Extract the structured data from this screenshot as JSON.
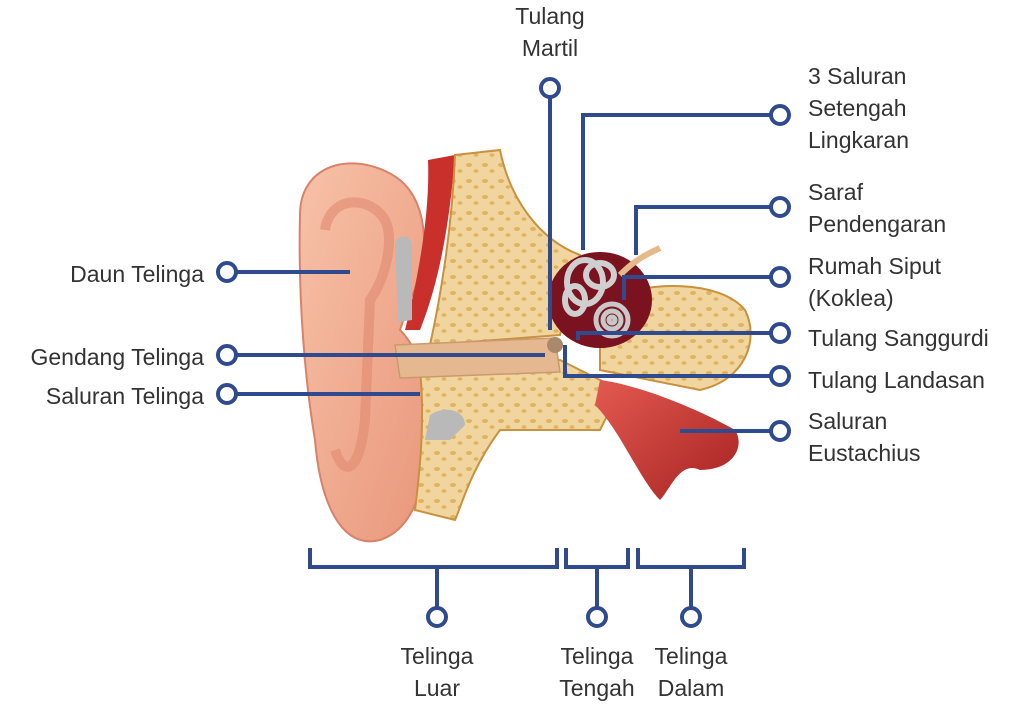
{
  "labels": {
    "tulang_martil": [
      "Tulang",
      "Martil"
    ],
    "tiga_saluran": [
      "3 Saluran",
      "Setengah",
      "Lingkaran"
    ],
    "saraf": [
      "Saraf",
      "Pendengaran"
    ],
    "rumah_siput": [
      "Rumah Siput",
      "(Koklea)"
    ],
    "sanggurdi": "Tulang Sanggurdi",
    "landasan": "Tulang Landasan",
    "eustachius": [
      "Saluran",
      "Eustachius"
    ],
    "daun_telinga": "Daun Telinga",
    "gendang_telinga": "Gendang Telinga",
    "saluran_telinga": "Saluran Telinga",
    "telinga_luar": [
      "Telinga",
      "Luar"
    ],
    "telinga_tengah": [
      "Telinga",
      "Tengah"
    ],
    "telinga_dalam": [
      "Telinga",
      "Dalam"
    ]
  },
  "colors": {
    "leader": "#2f4a8e",
    "skin": "#f2a98c",
    "bone": "#e8c98a",
    "marrow": "#d9a244",
    "muscle": "#c9302c",
    "cochlea_dark": "#7a1220",
    "canal": "#a9a9a9"
  }
}
